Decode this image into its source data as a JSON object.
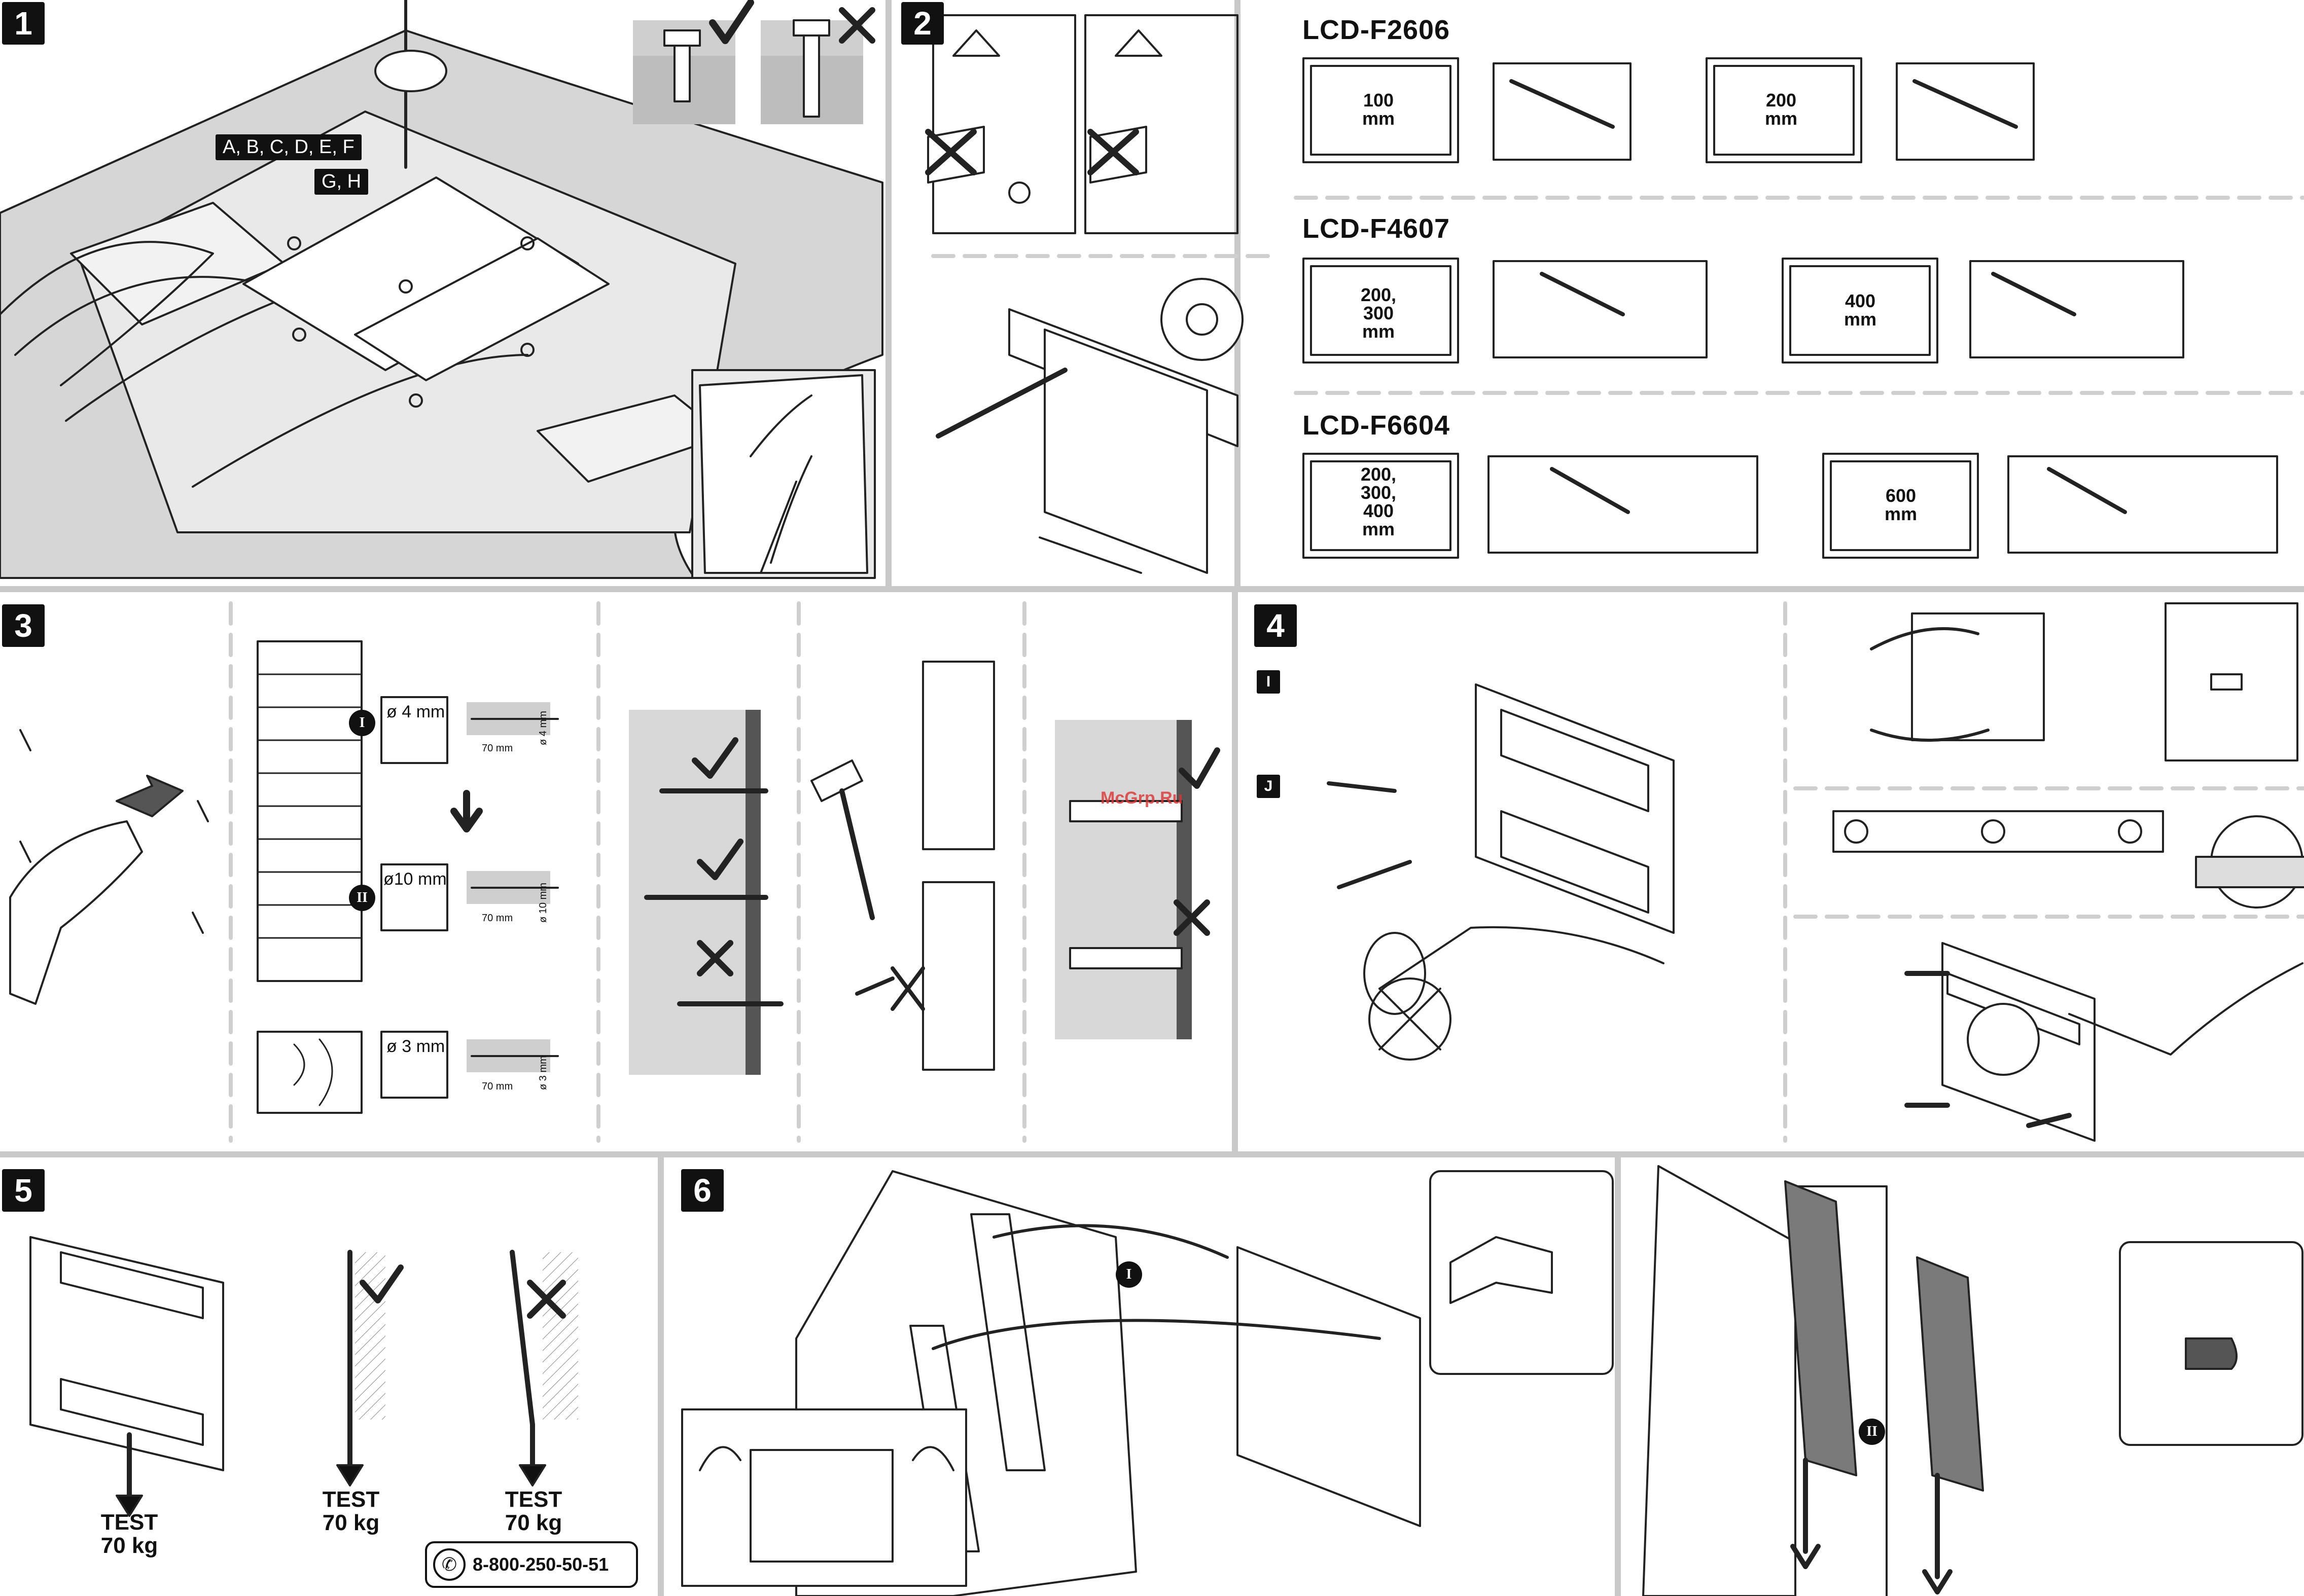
{
  "steps": [
    "1",
    "2",
    "3",
    "4",
    "5",
    "6"
  ],
  "step1": {
    "label_screws": "A, B, C, D, E, F",
    "label_washers": "G, H"
  },
  "models": [
    {
      "name": "LCD-F2606",
      "vesa": [
        "100\nmm",
        "200\nmm"
      ]
    },
    {
      "name": "LCD-F4607",
      "vesa": [
        "200,\n300\nmm",
        "400\nmm"
      ]
    },
    {
      "name": "LCD-F6604",
      "vesa": [
        "200,\n300,\n400\nmm",
        "600\nmm"
      ]
    }
  ],
  "step3": {
    "marker_1": "I",
    "marker_2": "II",
    "drill_4": "ø 4 mm",
    "drill_10": "ø10 mm",
    "drill_3": "ø 3 mm",
    "depth": "70 mm",
    "dim_4": "ø 4 mm",
    "dim_10": "ø 10 mm",
    "dim_3": "ø 3 mm"
  },
  "step4": {
    "label_i": "I",
    "label_j": "J"
  },
  "step5": {
    "test": "TEST\n70 kg",
    "phone": "8-800-250-50-51"
  },
  "step6": {
    "marker_1": "I",
    "marker_2": "II"
  },
  "watermark": "McGrp.Ru"
}
